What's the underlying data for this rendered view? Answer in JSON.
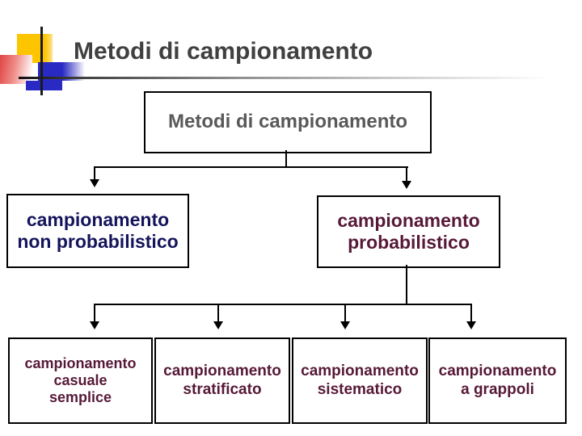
{
  "header": {
    "title": "Metodi di campionamento"
  },
  "diagram": {
    "root": {
      "label": "Metodi di campionamento"
    },
    "level2": [
      {
        "label": "campionamento\nnon probabilistico",
        "color": "#14145c"
      },
      {
        "label": "campionamento\nprobabilistico",
        "color": "#561937"
      }
    ],
    "level3": [
      {
        "label": "campionamento\ncasuale\nsemplice",
        "color": "#561937"
      },
      {
        "label": "campionamento\nstratificato",
        "color": "#561937"
      },
      {
        "label": "campionamento\nsistematico",
        "color": "#561937"
      },
      {
        "label": "campionamento\na grappoli",
        "color": "#561937"
      }
    ]
  },
  "colors": {
    "header_text": "#404040",
    "root_box_text": "#595959",
    "navy_accent": "#14145c",
    "maroon_accent": "#561937",
    "logo_yellow": "#fdc400",
    "logo_red": "#e04543",
    "logo_blue": "#2929c4",
    "line_color": "#000000"
  }
}
